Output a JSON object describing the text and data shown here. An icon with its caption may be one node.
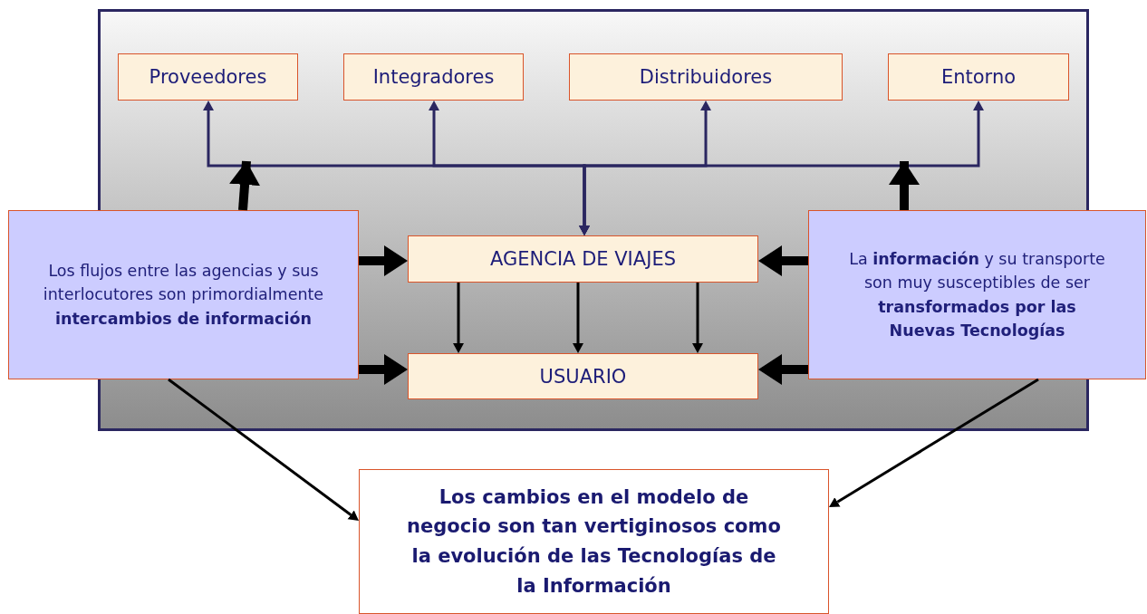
{
  "diagram": {
    "nodes": [
      {
        "text": [],
        "shape": "box"
      },
      {
        "text": [
          "Proveedores"
        ],
        "in": 0
      },
      {
        "text": [
          "Integradores"
        ],
        "in": 0
      },
      {
        "text": [
          "Distribuidores"
        ],
        "in": 0
      },
      {
        "text": [
          "Entorno"
        ],
        "in": 0
      },
      {
        "text": [
          "Los flujos entre las agencias y sus interlocutores son primordialmente **intercambios de información**"
        ]
      },
      {
        "text": [
          "AGENCIA DE VIAJES"
        ],
        "in": 0
      },
      {
        "text": [
          "La **información** y su transporte son muy susceptibles de ser **transformados por las Nuevas Tecnologías**"
        ]
      },
      {
        "text": [
          "USUARIO"
        ],
        "in": 0
      },
      {
        "text": [
          "Los cambios en el modelo de negocio son tan vertiginosos como la evolución de las Tecnologías de la Información"
        ]
      }
    ],
    "edges": [
      {
        "from": 6,
        "to": 1,
        "arrow": "both",
        "color": "#2a2660"
      },
      {
        "from": 6,
        "to": 2,
        "arrow": "both",
        "color": "#2a2660"
      },
      {
        "from": 6,
        "to": 3,
        "arrow": "both",
        "color": "#2a2660"
      },
      {
        "from": 6,
        "to": 4,
        "arrow": "both",
        "color": "#2a2660"
      },
      {
        "from": 5,
        "to": null,
        "arrow": "to",
        "style": "thick"
      },
      {
        "from": 7,
        "to": null,
        "arrow": "to",
        "style": "thick"
      },
      {
        "from": 5,
        "to": 6,
        "arrow": "to",
        "style": "thick"
      },
      {
        "from": 5,
        "to": 8,
        "arrow": "to",
        "style": "thick"
      },
      {
        "from": 7,
        "to": 6,
        "arrow": "to",
        "style": "thick"
      },
      {
        "from": 7,
        "to": 8,
        "arrow": "to",
        "style": "thick"
      },
      {
        "from": 6,
        "to": 8,
        "arrow": "to"
      },
      {
        "from": 6,
        "to": 8,
        "arrow": "to"
      },
      {
        "from": 6,
        "to": 8,
        "arrow": "to"
      },
      {
        "from": 5,
        "to": 9,
        "arrow": "to"
      },
      {
        "from": 7,
        "to": 9,
        "arrow": "to"
      }
    ]
  }
}
